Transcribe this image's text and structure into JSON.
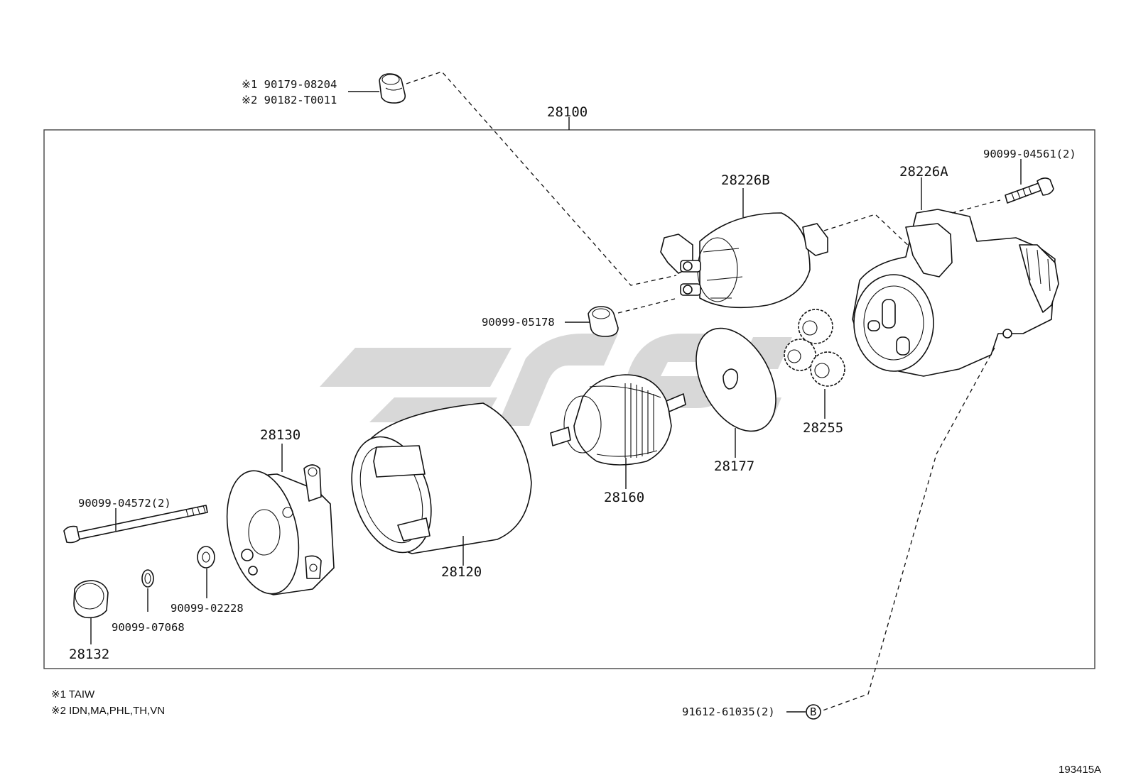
{
  "diagram": {
    "image_code": "193415A",
    "assembly": {
      "part_no": "28100"
    },
    "labels": {
      "nut_a": "※1 90179-08204",
      "nut_b": "※2 90182-T0011",
      "bolt_top_right": "90099-04561(2)",
      "housing": "28226A",
      "solenoid": "28226B",
      "nut_mid": "90099-05178",
      "gear_set": "28255",
      "plate": "28177",
      "armature": "28160",
      "yoke": "28120",
      "end_frame": "28130",
      "through_bolt": "90099-04572(2)",
      "washer": "90099-02228",
      "e_ring": "90099-07068",
      "cap": "28132",
      "screw_bottom": "91612-61035(2)",
      "ref_b": "B"
    },
    "notes": [
      "※1 TAIW",
      "※2 IDN,MA,PHL,TH,VN"
    ]
  }
}
